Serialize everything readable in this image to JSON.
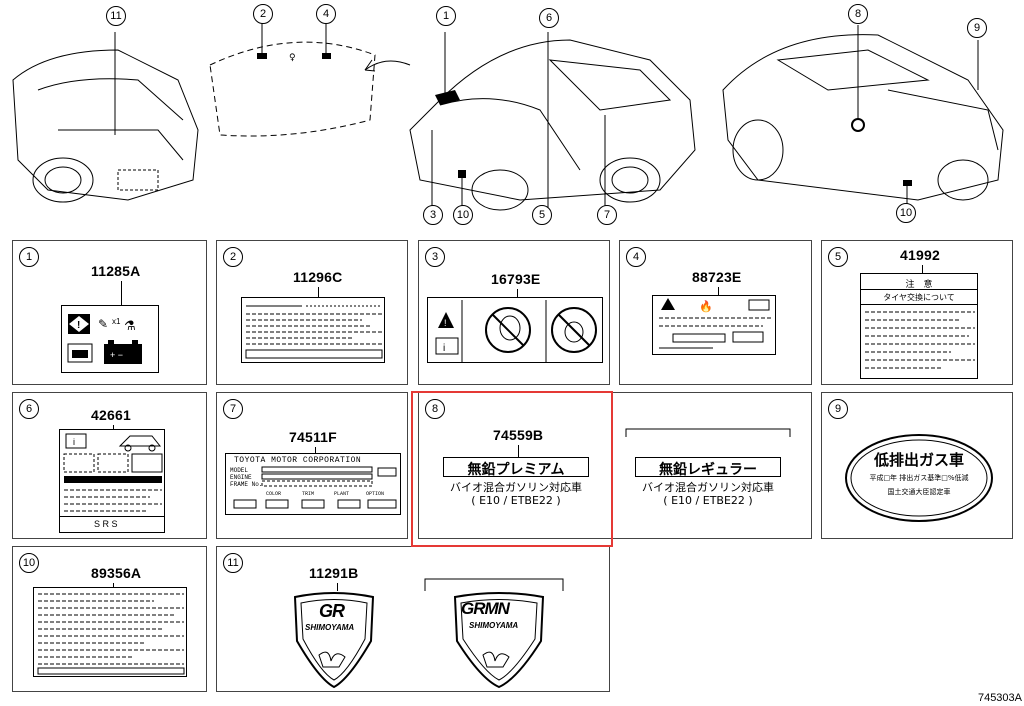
{
  "top_callouts": [
    "11",
    "2",
    "4",
    "1",
    "6",
    "8",
    "9",
    "3",
    "10",
    "5",
    "7",
    "10"
  ],
  "panels": [
    {
      "num": "1",
      "code": "11285A"
    },
    {
      "num": "2",
      "code": "11296C"
    },
    {
      "num": "3",
      "code": "16793E"
    },
    {
      "num": "4",
      "code": "88723E"
    },
    {
      "num": "5",
      "code": "41992"
    },
    {
      "num": "6",
      "code": "42661"
    },
    {
      "num": "7",
      "code": "74511F"
    },
    {
      "num": "8",
      "code": "74559B"
    },
    {
      "num": "9",
      "code": ""
    },
    {
      "num": "10",
      "code": "89356A"
    },
    {
      "num": "11",
      "code": "11291B"
    }
  ],
  "labels": {
    "p5_title": "注　意",
    "p5_sub": "タイヤ交換について",
    "p6_srs": "S R S",
    "p7_title": "TOYOTA MOTOR CORPORATION",
    "p7_rows": [
      "MODEL",
      "ENGINE",
      "FRAME No."
    ],
    "p7_cols": [
      "COLOR",
      "TRIM",
      "PLANT",
      "OPTION"
    ],
    "p8a_main": "無鉛プレミアム",
    "p8b_main": "無鉛レギュラー",
    "p8_line2": "バイオ混合ガソリン対応車",
    "p8_line3": "( E10 / ETBE22 )",
    "p9_main": "低排出ガス車",
    "p9_line2": "平成□年 排出ガス基準□%低減",
    "p9_line3": "国土交通大臣認定車",
    "p11_badge1_gr": "GR",
    "p11_badge1_shim": "SHIMOYAMA",
    "p11_badge2_gr": "GRMN",
    "p11_badge2_shim": "SHIMOYAMA"
  },
  "figure_code": "745303A",
  "colors": {
    "highlight": "#e53935",
    "line": "#000000"
  }
}
